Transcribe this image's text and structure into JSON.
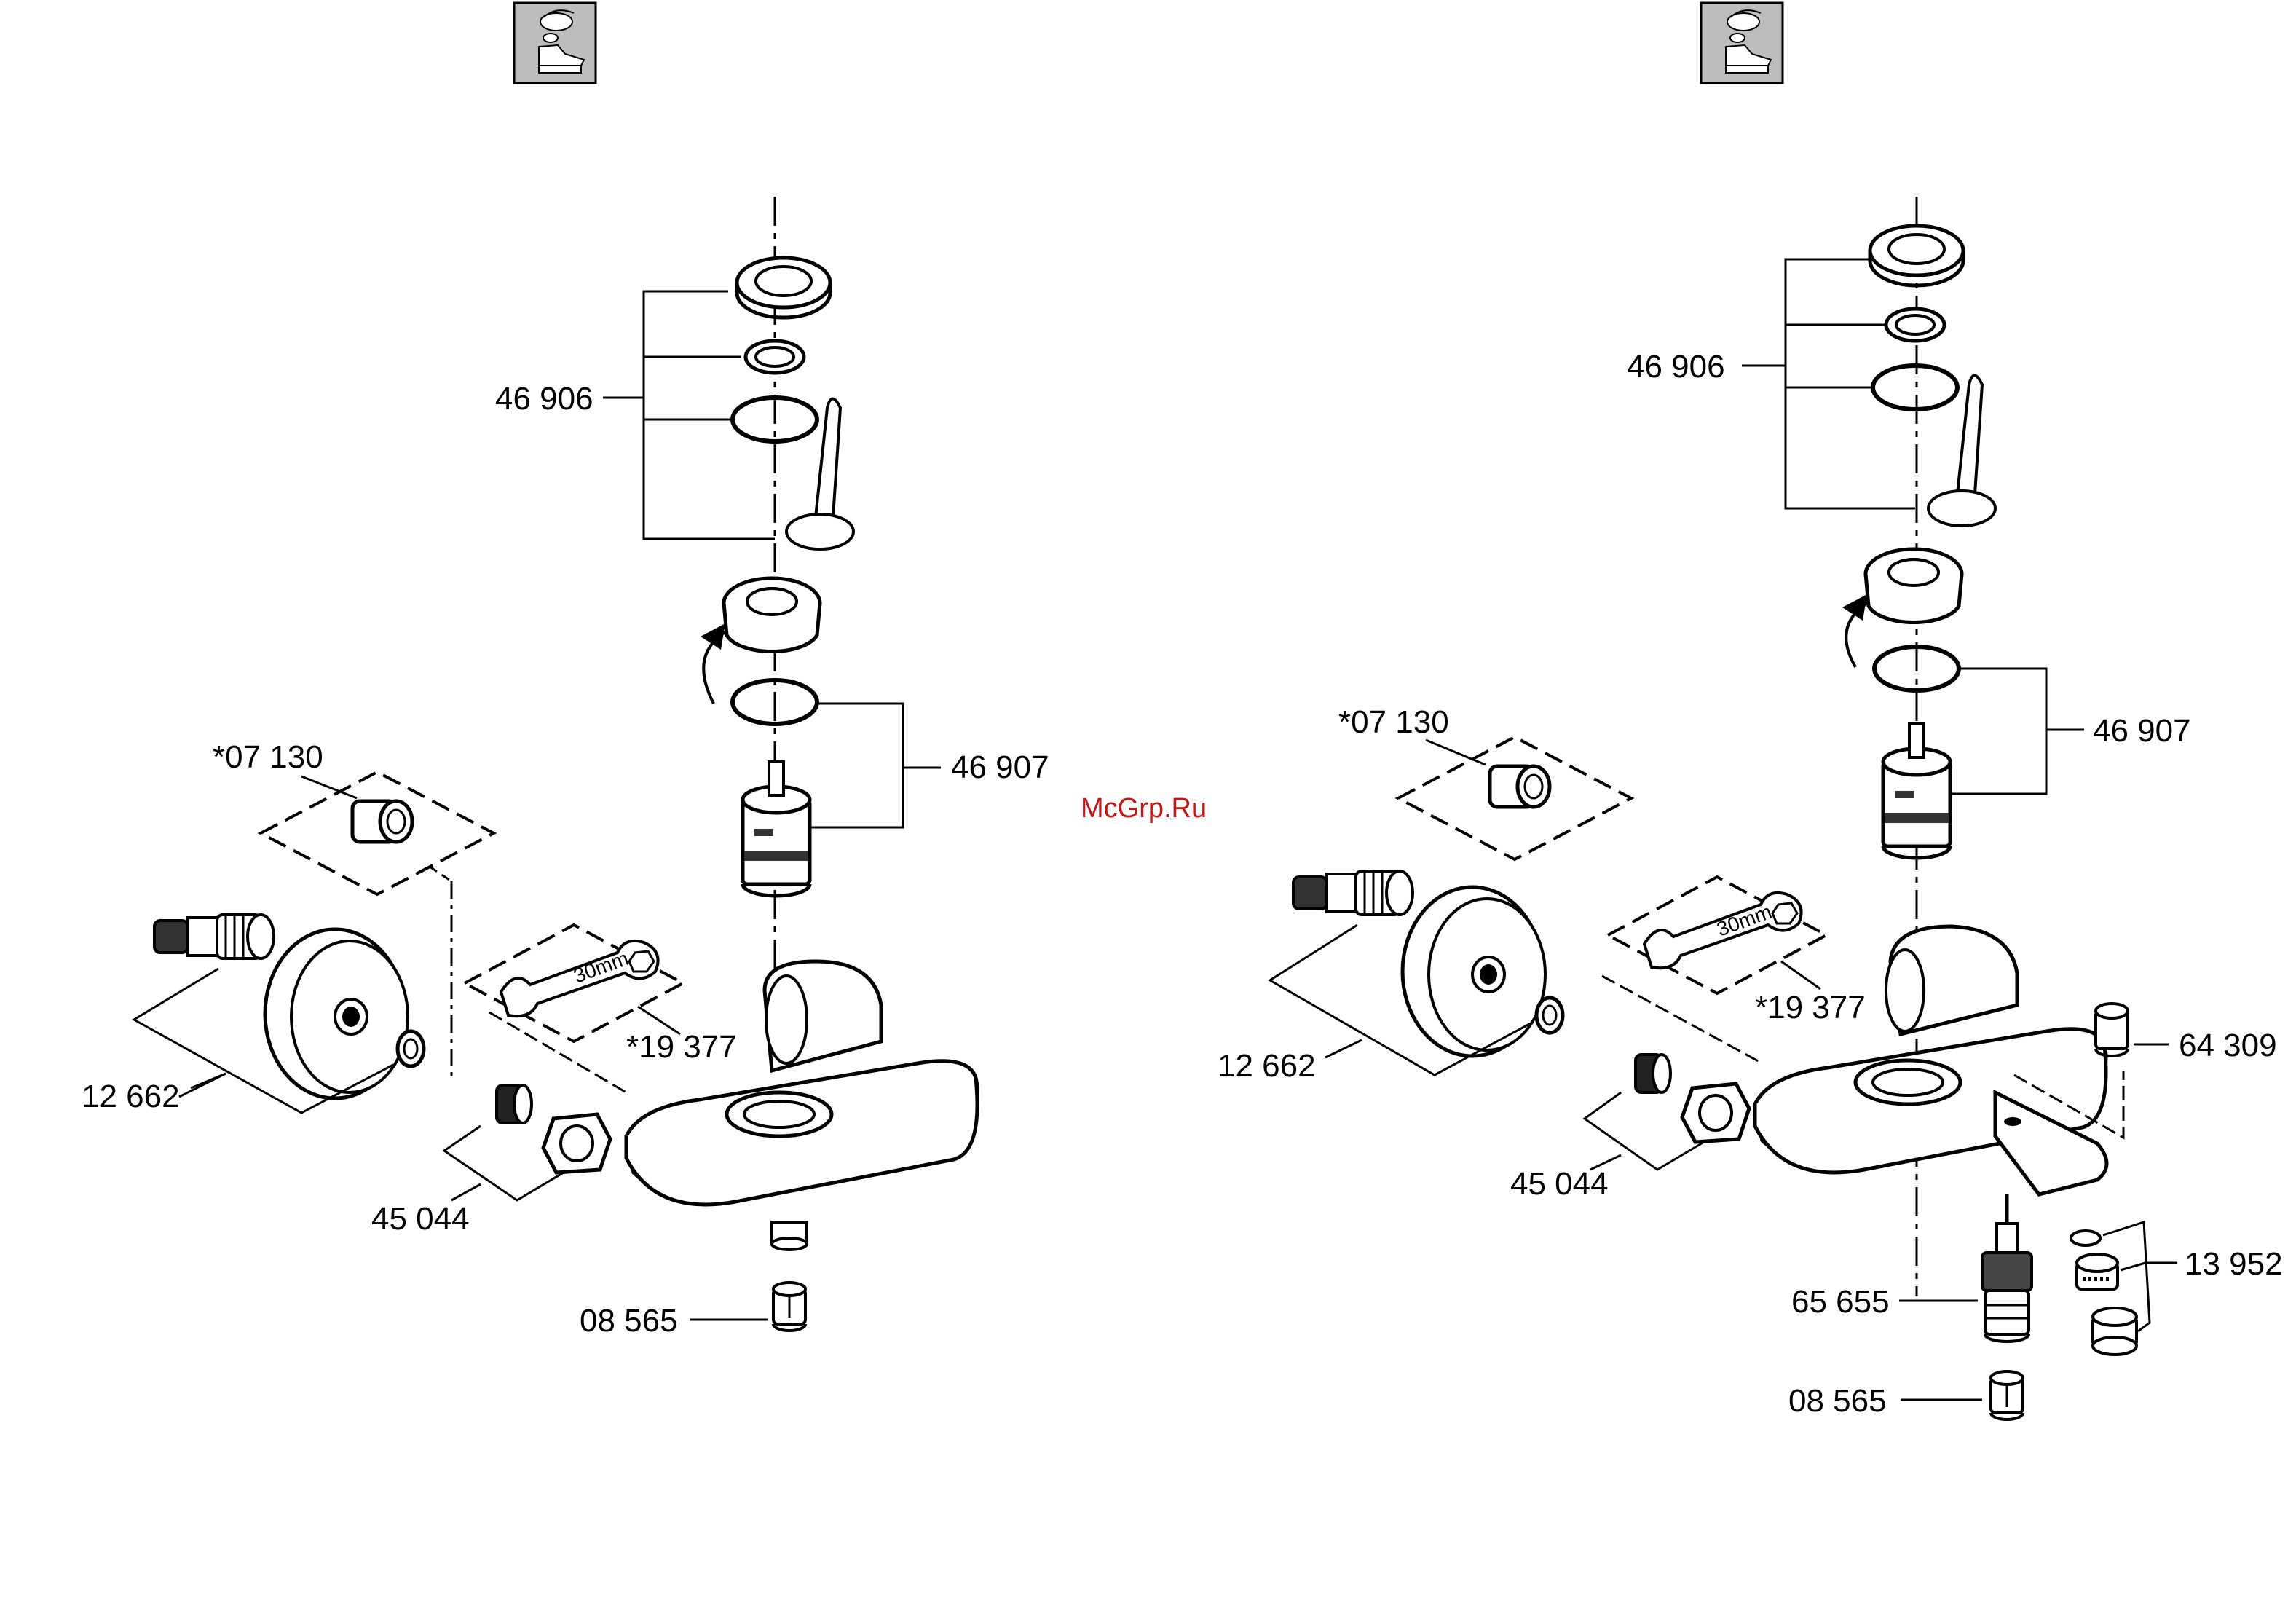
{
  "watermark": "McGrp.Ru",
  "left_diagram": {
    "labels": {
      "p46906": "46 906",
      "p46907": "46 907",
      "p07130": "*07 130",
      "p12662": "12 662",
      "p19377": "*19 377",
      "p45044": "45 044",
      "p08565": "08 565",
      "wrench": "30mm"
    }
  },
  "right_diagram": {
    "labels": {
      "p46906": "46 906",
      "p46907": "46 907",
      "p07130": "*07 130",
      "p12662": "12 662",
      "p19377": "*19 377",
      "p45044": "45 044",
      "p64309": "64 309",
      "p13952": "13 952",
      "p65655": "65 655",
      "p08565": "08 565",
      "wrench": "30mm"
    }
  },
  "colors": {
    "line": "#000000",
    "icon_box": "#bdbdbd",
    "watermark": "#cc1111"
  },
  "icons": {
    "left": "faucet-icon",
    "right": "faucet-icon"
  }
}
